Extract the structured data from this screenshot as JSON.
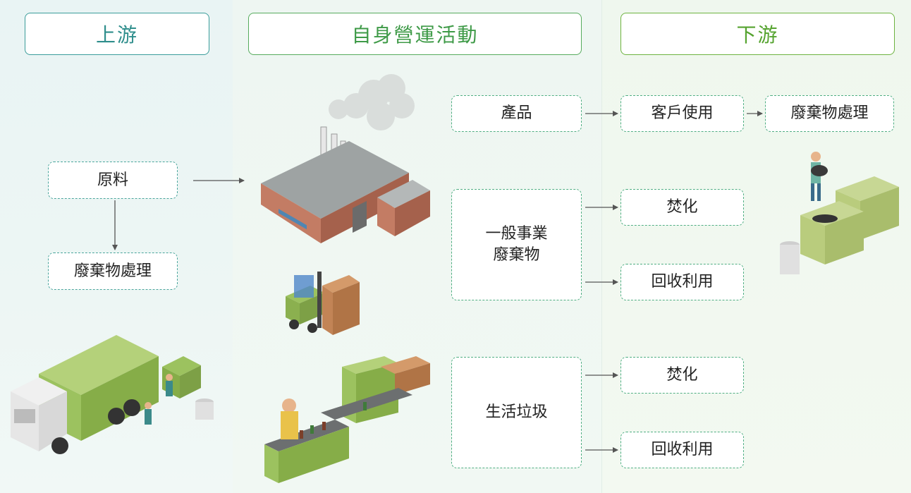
{
  "headers": {
    "upstream": "上游",
    "operations": "自身營運活動",
    "downstream": "下游"
  },
  "upstream": {
    "raw_material": "原料",
    "waste_treatment": "廢棄物處理"
  },
  "operations": {
    "product": "產品",
    "general_waste_line1": "一般事業",
    "general_waste_line2": "廢棄物",
    "domestic_waste": "生活垃圾"
  },
  "downstream": {
    "customer_use": "客戶使用",
    "product_waste_treatment": "廢棄物處理",
    "incineration_1": "焚化",
    "recycling_1": "回收利用",
    "incineration_2": "焚化",
    "recycling_2": "回收利用"
  },
  "colors": {
    "arrow": "#555555",
    "box_border": "#4fae82",
    "upstream_accent": "#2f8e8c",
    "operations_accent": "#3e9a47",
    "downstream_accent": "#55a32f"
  }
}
